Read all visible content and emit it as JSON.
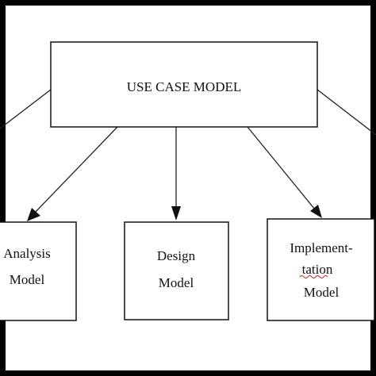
{
  "diagram": {
    "root": {
      "lines": [
        "USE CASE MODEL"
      ]
    },
    "children": [
      {
        "id": "analysis",
        "lines": [
          "Analysis",
          "Model"
        ]
      },
      {
        "id": "design",
        "lines": [
          "Design",
          "Model"
        ]
      },
      {
        "id": "implementation",
        "lines": [
          "Implement-",
          "tation",
          "Model"
        ]
      }
    ],
    "colors": {
      "border": "#111111",
      "text": "#111111",
      "spellcheck_underline": "#d02020"
    }
  }
}
